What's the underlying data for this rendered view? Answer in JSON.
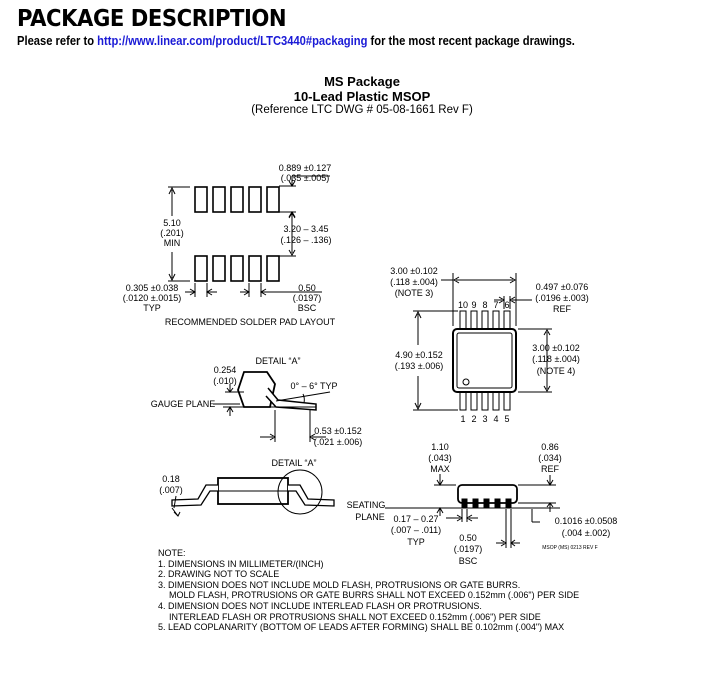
{
  "header": {
    "title": "PACKAGE DESCRIPTION",
    "ref_prefix": "Please refer to ",
    "ref_link": "http://www.linear.com/product/LTC3440#packaging",
    "ref_suffix": " for the most recent package drawings."
  },
  "package": {
    "name": "MS Package",
    "subtitle": "10-Lead Plastic MSOP",
    "reference": "(Reference LTC DWG # 05-08-1661 Rev F)"
  },
  "solder_pad": {
    "dim_pitch_mm": "0.889 ±0.127",
    "dim_pitch_in": "(.035 ±.005)",
    "dim_height_mm": "5.10",
    "dim_height_in": "(.201)",
    "dim_height_note": "MIN",
    "dim_span_mm": "3.20 – 3.45",
    "dim_span_in": "(.126 – .136)",
    "dim_width_mm": "0.305 ±0.038",
    "dim_width_in": "(.0120 ±.0015)",
    "dim_width_note": "TYP",
    "dim_lead_mm": "0.50",
    "dim_lead_in": "(.0197)",
    "dim_lead_note": "BSC",
    "caption": "RECOMMENDED SOLDER PAD LAYOUT"
  },
  "top_view": {
    "dim_width_mm": "3.00 ±0.102",
    "dim_width_in": "(.118 ±.004)",
    "dim_width_note": "(NOTE 3)",
    "dim_ref_mm": "0.497 ±0.076",
    "dim_ref_in": "(.0196 ±.003)",
    "dim_ref_note": "REF",
    "dim_overall_mm": "4.90 ±0.152",
    "dim_overall_in": "(.193 ±.006)",
    "dim_body_mm": "3.00 ±0.102",
    "dim_body_in": "(.118 ±.004)",
    "dim_body_note": "(NOTE 4)",
    "pins_top": [
      "10",
      "9",
      "8",
      "7",
      "6"
    ],
    "pins_bottom": [
      "1",
      "2",
      "3",
      "4",
      "5"
    ]
  },
  "detail_a": {
    "label": "DETAIL “A”",
    "dim_gauge_mm": "0.254",
    "dim_gauge_in": "(.010)",
    "angle": "0° – 6° TYP",
    "gauge_plane": "GAUGE PLANE",
    "dim_foot_mm": "0.53 ±0.152",
    "dim_foot_in": "(.021 ±.006)"
  },
  "side_view": {
    "dim_thick_mm": "0.18",
    "dim_thick_in": "(.007)",
    "detail_label": "DETAIL “A”"
  },
  "end_view": {
    "dim_height_mm": "1.10",
    "dim_height_in": "(.043)",
    "dim_height_note": "MAX",
    "dim_ref_mm": "0.86",
    "dim_ref_in": "(.034)",
    "dim_ref_note": "REF",
    "seating_1": "SEATING",
    "seating_2": "PLANE",
    "dim_lead_mm": "0.17 – 0.27",
    "dim_lead_in": "(.007 – .011)",
    "dim_lead_note": "TYP",
    "dim_pitch_mm": "0.50",
    "dim_pitch_in": "(.0197)",
    "dim_pitch_note": "BSC",
    "dim_stand_mm": "0.1016 ±0.0508",
    "dim_stand_in": "(.004 ±.002)",
    "drawing_code": "MSOP (MS) 0213 REV F"
  },
  "notes": {
    "heading": "NOTE:",
    "n1": "1. DIMENSIONS IN MILLIMETER/(INCH)",
    "n2": "2. DRAWING NOT TO SCALE",
    "n3": "3. DIMENSION DOES NOT INCLUDE MOLD FLASH, PROTRUSIONS OR GATE BURRS.",
    "n3b": "MOLD FLASH, PROTRUSIONS OR GATE BURRS SHALL NOT EXCEED 0.152mm (.006\") PER SIDE",
    "n4": "4. DIMENSION DOES NOT INCLUDE INTERLEAD FLASH OR PROTRUSIONS.",
    "n4b": "INTERLEAD FLASH OR PROTRUSIONS SHALL NOT EXCEED 0.152mm (.006\") PER SIDE",
    "n5": "5. LEAD COPLANARITY (BOTTOM OF LEADS AFTER FORMING) SHALL BE 0.102mm (.004\") MAX"
  }
}
